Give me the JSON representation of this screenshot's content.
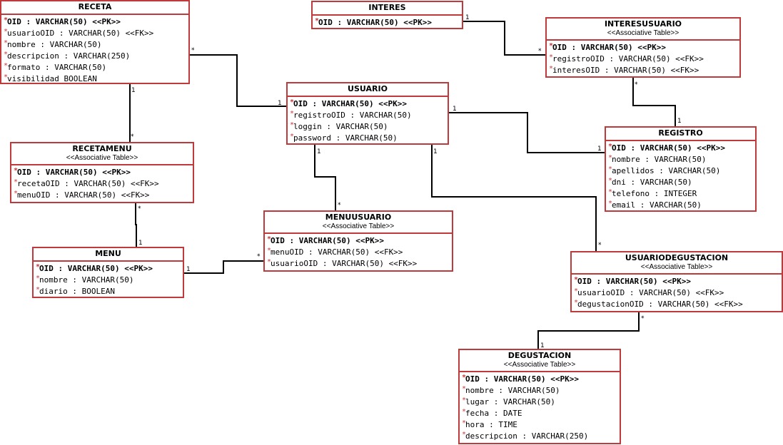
{
  "entities": {
    "receta": {
      "name": "RECETA",
      "attrs": [
        {
          "pk": true,
          "text": "OID : VARCHAR(50) <<PK>>"
        },
        {
          "text": "usuarioOID : VARCHAR(50) <<FK>>"
        },
        {
          "text": "nombre : VARCHAR(50)"
        },
        {
          "text": "descripcion : VARCHAR(250)"
        },
        {
          "text": "formato : VARCHAR(50)"
        },
        {
          "text": "visibilidad BOOLEAN"
        }
      ]
    },
    "interes": {
      "name": "INTERES",
      "attrs": [
        {
          "pk": true,
          "text": "OID : VARCHAR(50) <<PK>>"
        }
      ]
    },
    "interesusuario": {
      "name": "INTERESUSUARIO",
      "stereotype": "<<Associative Table>>",
      "attrs": [
        {
          "pk": true,
          "text": "OID : VARCHAR(50) <<PK>>"
        },
        {
          "text": "registroOID : VARCHAR(50) <<FK>>"
        },
        {
          "text": "interesOID : VARCHAR(50) <<FK>>"
        }
      ]
    },
    "usuario": {
      "name": "USUARIO",
      "attrs": [
        {
          "pk": true,
          "text": "OID : VARCHAR(50) <<PK>>"
        },
        {
          "text": "registroOID : VARCHAR(50)"
        },
        {
          "text": "loggin : VARCHAR(50)"
        },
        {
          "text": "password : VARCHAR(50)"
        }
      ]
    },
    "registro": {
      "name": "REGISTRO",
      "attrs": [
        {
          "pk": true,
          "text": "OID : VARCHAR(50) <<PK>>"
        },
        {
          "text": "nombre : VARCHAR(50)"
        },
        {
          "text": "apellidos : VARCHAR(50)"
        },
        {
          "text": "dni : VARCHAR(50)"
        },
        {
          "text": "telefono : INTEGER"
        },
        {
          "text": "email : VARCHAR(50)"
        }
      ]
    },
    "recetamenu": {
      "name": "RECETAMENU",
      "stereotype": "<<Associative Table>>",
      "attrs": [
        {
          "pk": true,
          "text": "OID : VARCHAR(50) <<PK>>"
        },
        {
          "text": "recetaOID : VARCHAR(50) <<FK>>"
        },
        {
          "text": "menuOID : VARCHAR(50) <<FK>>"
        }
      ]
    },
    "menuusuario": {
      "name": "MENUUSUARIO",
      "stereotype": "<<Associative Table>>",
      "attrs": [
        {
          "pk": true,
          "text": "OID : VARCHAR(50) <<PK>>"
        },
        {
          "text": "menuOID : VARCHAR(50) <<FK>>"
        },
        {
          "text": "usuarioOID : VARCHAR(50) <<FK>>"
        }
      ]
    },
    "menu": {
      "name": "MENU",
      "attrs": [
        {
          "pk": true,
          "text": "OID : VARCHAR(50) <<PK>>"
        },
        {
          "text": "nombre : VARCHAR(50)"
        },
        {
          "text": "diario : BOOLEAN"
        }
      ]
    },
    "usuariodegustacion": {
      "name": "USUARIODEGUSTACION",
      "stereotype": "<<Associative Table>>",
      "attrs": [
        {
          "pk": true,
          "text": "OID : VARCHAR(50) <<PK>>"
        },
        {
          "text": "usuarioOID : VARCHAR(50) <<FK>>"
        },
        {
          "text": "degustacionOID : VARCHAR(50) <<FK>>"
        }
      ]
    },
    "degustacion": {
      "name": "DEGUSTACION",
      "stereotype": "<<Associative Table>>",
      "attrs": [
        {
          "pk": true,
          "text": "OID : VARCHAR(50) <<PK>>"
        },
        {
          "text": "nombre : VARCHAR(50)"
        },
        {
          "text": "lugar : VARCHAR(50)"
        },
        {
          "text": "fecha : DATE"
        },
        {
          "text": "hora : TIME"
        },
        {
          "text": "descripcion : VARCHAR(250)"
        }
      ]
    }
  },
  "relations": [
    {
      "from": "receta",
      "to": "usuario",
      "from_mult": "*",
      "to_mult": "1"
    },
    {
      "from": "interes",
      "to": "interesusuario",
      "from_mult": "1",
      "to_mult": "*"
    },
    {
      "from": "interesusuario",
      "to": "registro",
      "from_mult": "*",
      "to_mult": "1"
    },
    {
      "from": "usuario",
      "to": "registro",
      "from_mult": "1",
      "to_mult": "1"
    },
    {
      "from": "receta",
      "to": "recetamenu",
      "from_mult": "1",
      "to_mult": "*"
    },
    {
      "from": "usuario",
      "to": "menuusuario",
      "from_mult": "1",
      "to_mult": "*"
    },
    {
      "from": "usuario",
      "to": "usuariodegustacion",
      "from_mult": "1",
      "to_mult": "*"
    },
    {
      "from": "recetamenu",
      "to": "menu",
      "from_mult": "*",
      "to_mult": "1"
    },
    {
      "from": "menu",
      "to": "menuusuario",
      "from_mult": "1",
      "to_mult": "*"
    },
    {
      "from": "usuariodegustacion",
      "to": "degustacion",
      "from_mult": "*",
      "to_mult": "1"
    }
  ],
  "colors": {
    "entity_border": "#c0393b",
    "connector": "#000000",
    "key_marker": "#c0393b"
  }
}
